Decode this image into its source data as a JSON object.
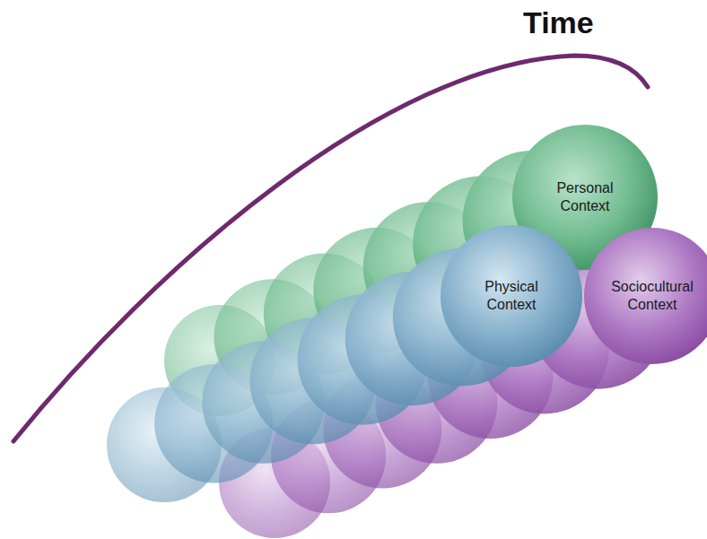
{
  "diagram": {
    "nodes": [
      {
        "text": [
          "Personal Context"
        ]
      },
      {
        "text": [
          "Physical Context"
        ]
      },
      {
        "text": [
          "Sociocultural Context"
        ]
      }
    ],
    "labels": [
      "Time"
    ]
  }
}
